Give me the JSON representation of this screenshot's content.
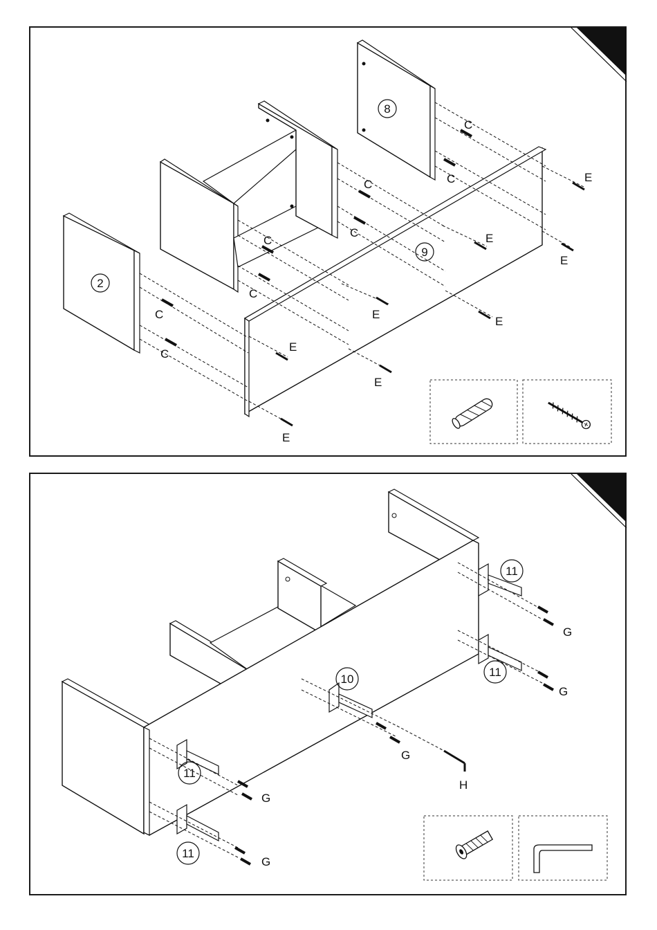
{
  "top_step": {
    "part_labels": {
      "p2": "2",
      "p8": "8",
      "p9": "9"
    },
    "fastener_c": "C",
    "fastener_e": "E"
  },
  "bottom_step": {
    "part_labels": {
      "p10": "10",
      "p11": "11"
    },
    "fastener_g": "G",
    "tool_h": "H"
  }
}
